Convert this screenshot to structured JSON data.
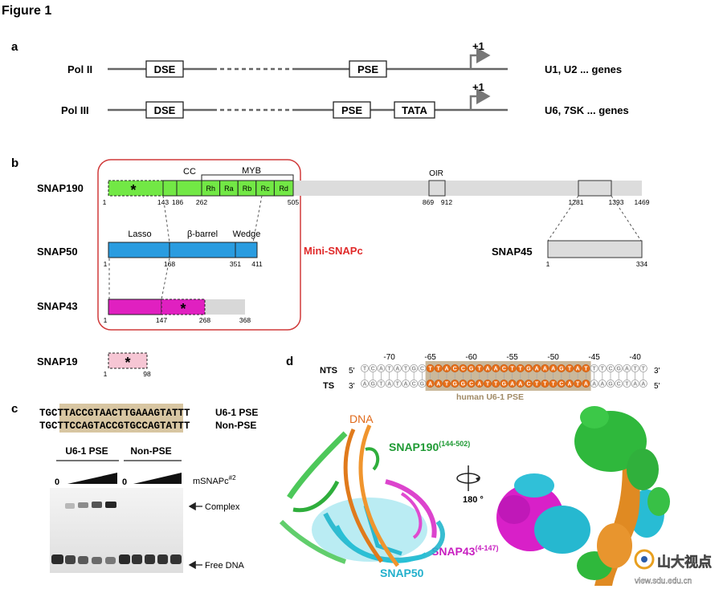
{
  "figure": {
    "title": "Figure 1"
  },
  "panel_a": {
    "label": "a",
    "rows": [
      {
        "polymerase": "Pol II",
        "elements": [
          "DSE",
          "PSE"
        ],
        "tss": "+1",
        "genes": "U1, U2 ... genes"
      },
      {
        "polymerase": "Pol III",
        "elements": [
          "DSE",
          "PSE",
          "TATA"
        ],
        "tss": "+1",
        "genes": "U6, 7SK ... genes"
      }
    ]
  },
  "panel_b": {
    "label": "b",
    "complex_label": "Mini-SNAPc",
    "snap190": {
      "name": "SNAP190",
      "star": "*",
      "domain_labels": {
        "cc": "CC",
        "myb": "MYB",
        "oir": "OIR"
      },
      "repeats": [
        "Rh",
        "Ra",
        "Rb",
        "Rc",
        "Rd"
      ],
      "positions": [
        "1",
        "143",
        "186",
        "262",
        "505",
        "869",
        "912",
        "1281",
        "1393",
        "1469"
      ]
    },
    "snap50": {
      "name": "SNAP50",
      "domains": [
        "Lasso",
        "β-barrel",
        "Wedge"
      ],
      "positions": [
        "1",
        "168",
        "351",
        "411"
      ]
    },
    "snap45": {
      "name": "SNAP45",
      "positions": [
        "1",
        "334"
      ]
    },
    "snap43": {
      "name": "SNAP43",
      "star": "*",
      "positions": [
        "1",
        "147",
        "268",
        "368"
      ]
    },
    "snap19": {
      "name": "SNAP19",
      "star": "*",
      "positions": [
        "1",
        "98"
      ]
    }
  },
  "panel_c": {
    "label": "c",
    "sequences": [
      {
        "prefix": "TGC",
        "core": "TTACCGTAACTTGAAAGTA",
        "suffix": "TTT",
        "name": "U6-1 PSE"
      },
      {
        "prefix": "TGC",
        "core": "TTCCAGTACCGTGCCAGTA",
        "suffix": "TTT",
        "name": "Non-PSE"
      }
    ],
    "lane_groups": [
      "U6-1 PSE",
      "Non-PSE"
    ],
    "zero_labels": [
      "0",
      "0"
    ],
    "titration_label": "mSNAPc",
    "titration_superscript": "#2",
    "bands": [
      "Complex",
      "Free DNA"
    ]
  },
  "panel_d": {
    "label": "d",
    "strands": [
      {
        "name": "NTS",
        "end5": "5'",
        "end3": "3'",
        "sequence": "TCATATGCTTACCGTAACTTGAAAGTATTTCGATT"
      },
      {
        "name": "TS",
        "end5": "3'",
        "end3": "5'",
        "sequence": "AGTATACGAATGGCATTGAACTTTCATAAAGCTAA"
      }
    ],
    "position_ticks": [
      "-70",
      "-65",
      "-60",
      "-55",
      "-50",
      "-45",
      "-40"
    ],
    "element_label": "human U6-1 PSE",
    "structure_labels": {
      "dna": "DNA",
      "snap190": "SNAP190",
      "snap190_range": "(144-502)",
      "snap43": "SNAP43",
      "snap43_range": "(4-147)",
      "snap50": "SNAP50",
      "rotation": "180 °"
    },
    "colors": {
      "snap190": "#2fa83a",
      "snap43": "#d020c8",
      "snap50": "#22c0d8",
      "dna": "#e07a1c"
    }
  },
  "watermark": {
    "brand": "山大视点",
    "url": "view.sdu.edu.cn"
  }
}
